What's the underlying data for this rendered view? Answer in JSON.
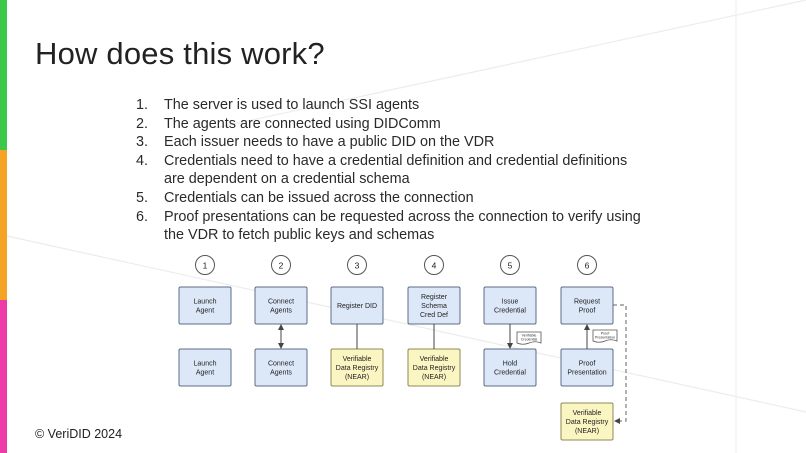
{
  "slide": {
    "title": "How does this work?",
    "footer": "© VeriDID 2024",
    "accent_colors": [
      "#3cc94a",
      "#f5a325",
      "#ee3aa8"
    ]
  },
  "steps": [
    {
      "num": "1.",
      "lines": [
        "The server is used to launch SSI agents"
      ]
    },
    {
      "num": "2.",
      "lines": [
        "The agents are connected using DIDComm"
      ]
    },
    {
      "num": "3.",
      "lines": [
        "Each issuer needs to have a public DID on the VDR"
      ]
    },
    {
      "num": "4.",
      "lines": [
        "Credentials need to have a credential definition and credential definitions",
        "are dependent on a credential schema"
      ]
    },
    {
      "num": "5.",
      "lines": [
        "Credentials can be issued across the connection"
      ]
    },
    {
      "num": "6.",
      "lines": [
        "Proof presentations can be requested across the connection to verify using",
        "the VDR to fetch public keys and schemas"
      ]
    }
  ],
  "diagram": {
    "colors": {
      "box_fill": "#dce7f7",
      "box_stroke": "#5b6c86",
      "vdr_fill": "#fbf5c2",
      "vdr_stroke": "#8c8a55"
    },
    "columns": [
      {
        "step": "1",
        "top": [
          "Launch",
          "Agent"
        ],
        "bottom": [
          "Launch",
          "Agent"
        ]
      },
      {
        "step": "2",
        "top": [
          "Connect",
          "Agents"
        ],
        "bottom": [
          "Connect",
          "Agents"
        ]
      },
      {
        "step": "3",
        "top": [
          "Register DID"
        ],
        "bottom": [
          "Verifiable",
          "Data Registry",
          "(NEAR)"
        ]
      },
      {
        "step": "4",
        "top": [
          "Register",
          "Schema",
          "Cred Def"
        ],
        "bottom": [
          "Verifiable",
          "Data Registry",
          "(NEAR)"
        ]
      },
      {
        "step": "5",
        "top": [
          "Issue",
          "Credential"
        ],
        "bottom": [
          "Hold",
          "Credential"
        ],
        "doc": [
          "Verifiable",
          "Credential"
        ]
      },
      {
        "step": "6",
        "top": [
          "Request",
          "Proof"
        ],
        "bottom": [
          "Proof",
          "Presentation"
        ],
        "doc": [
          "Proof",
          "Presentation"
        ]
      }
    ],
    "registry": [
      "Verifiable",
      "Data Registry",
      "(NEAR)"
    ]
  }
}
